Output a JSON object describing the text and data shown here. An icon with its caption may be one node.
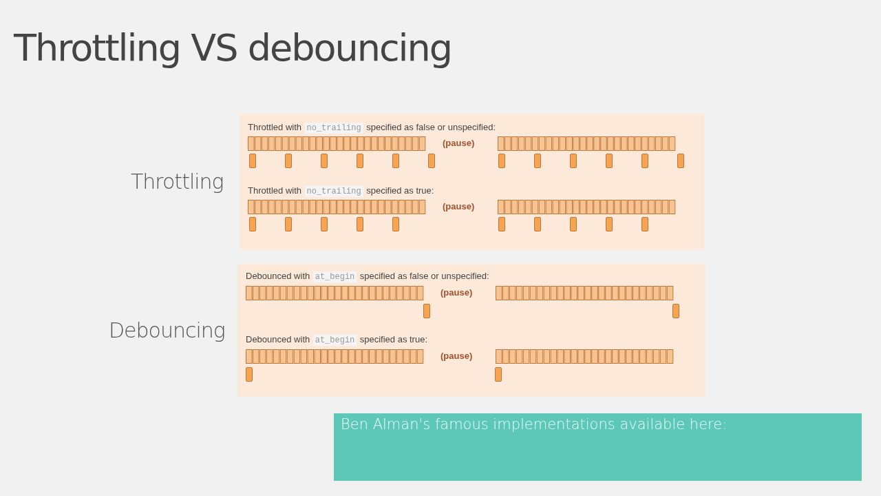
{
  "diagram": {
    "title": "Throttling VS debouncing",
    "nodes": [
      {
        "text": [
          "Throttled with",
          "no_trailing",
          "specified as false or unspecified:",
          "(pause)",
          "Throttled with",
          "no_trailing",
          "specified as true:",
          "(pause)"
        ]
      },
      {
        "text": [
          "Debounced with",
          "at_begin",
          "specified as false or unspecified:",
          "(pause)",
          "Debounced with",
          "at_begin",
          "specified as true:",
          "(pause)"
        ]
      },
      {
        "text": [
          "Ben Alman's famous implementations available here:"
        ]
      }
    ],
    "labels": [
      "Throttling",
      "Debouncing"
    ]
  }
}
